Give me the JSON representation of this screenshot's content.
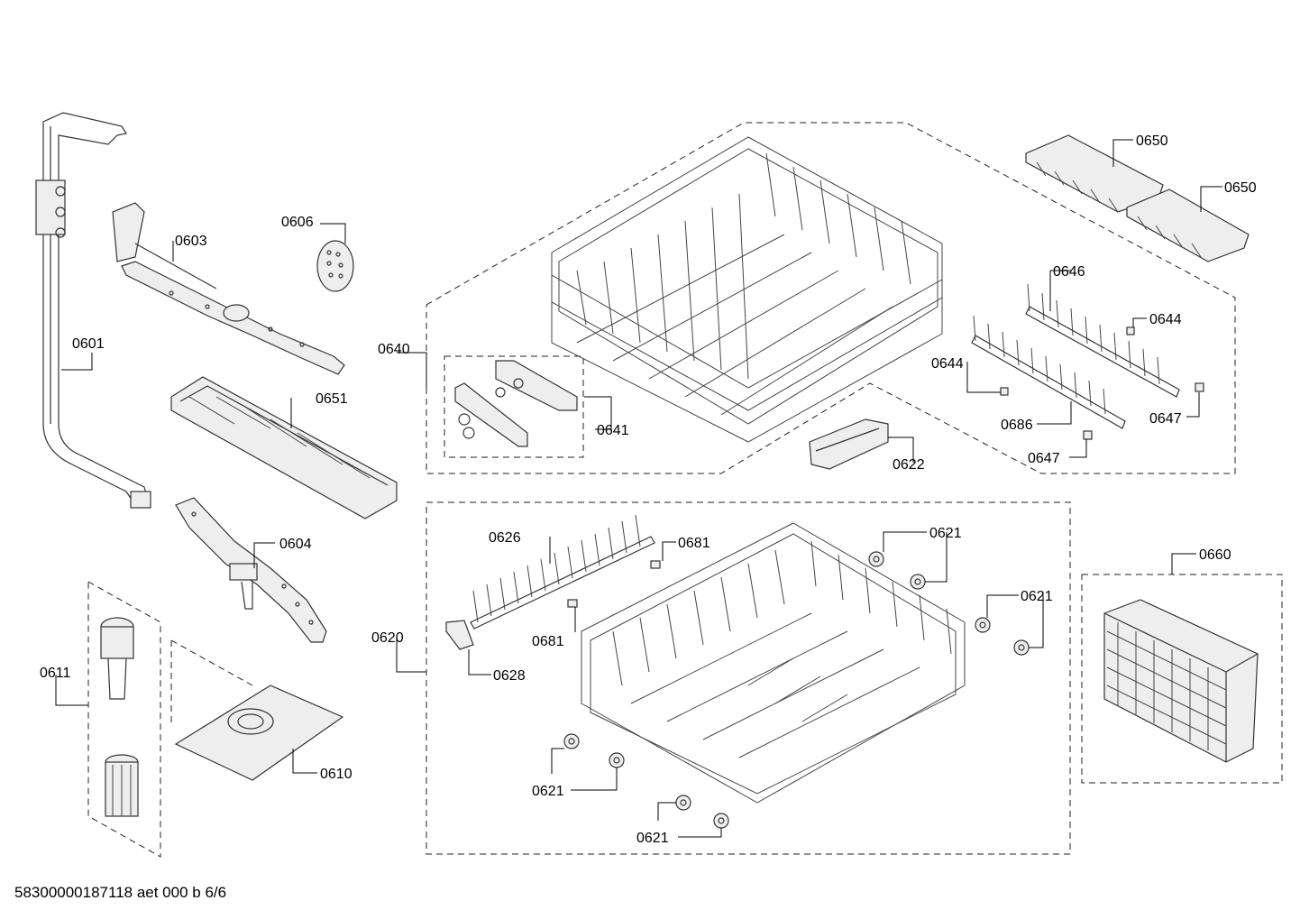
{
  "labels": {
    "p0601": "0601",
    "p0603": "0603",
    "p0606": "0606",
    "p0651": "0651",
    "p0604": "0604",
    "p0611": "0611",
    "p0610": "0610",
    "p0640": "0640",
    "p0641": "0641",
    "p0622": "0622",
    "p0650a": "0650",
    "p0650b": "0650",
    "p0646": "0646",
    "p0644a": "0644",
    "p0644b": "0644",
    "p0686": "0686",
    "p0647a": "0647",
    "p0647b": "0647",
    "p0620": "0620",
    "p0626": "0626",
    "p0681a": "0681",
    "p0681b": "0681",
    "p0628": "0628",
    "p0621a": "0621",
    "p0621b": "0621",
    "p0621c": "0621",
    "p0621d": "0621",
    "p0660": "0660"
  },
  "footer": "58300000187118 aet 000 b 6/6"
}
